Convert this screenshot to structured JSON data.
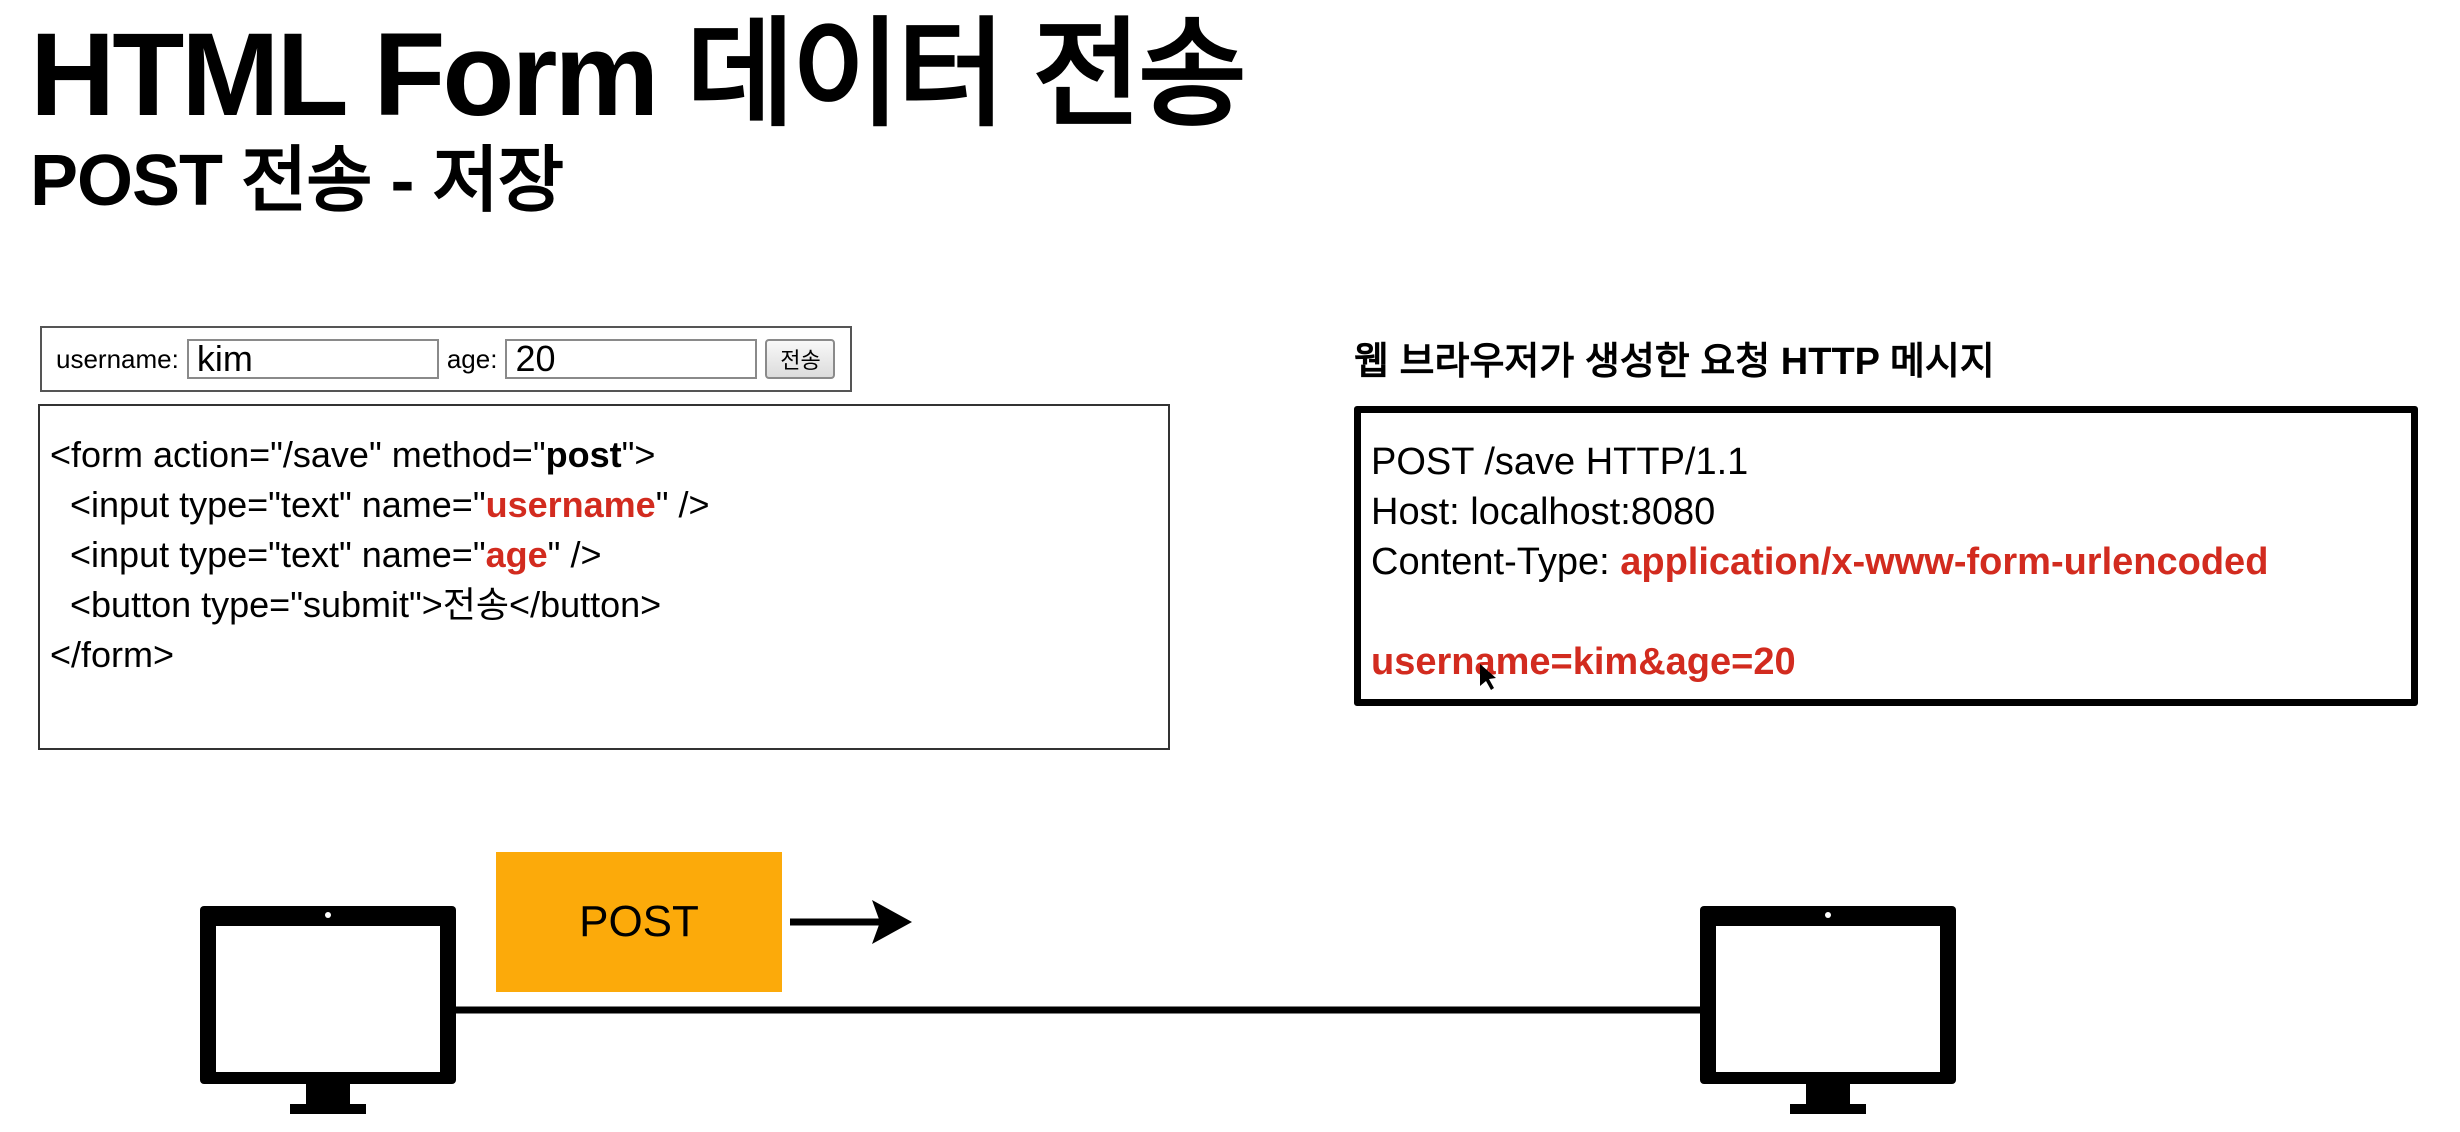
{
  "title": "HTML Form 데이터 전송",
  "subtitle": "POST 전송 - 저장",
  "rendered_form": {
    "username_label": "username:",
    "username_value": "kim",
    "age_label": "age:",
    "age_value": "20",
    "submit_label": "전송"
  },
  "code": {
    "l1_a": "<form action=\"/save\" method=\"",
    "l1_b": "post",
    "l1_c": "\">",
    "l2_a": "  <input type=\"text\" name=\"",
    "l2_b": "username",
    "l2_c": "\" />",
    "l3_a": "  <input type=\"text\" name=\"",
    "l3_b": "age",
    "l3_c": "\" />",
    "l4": "  <button type=\"submit\">전송</button>",
    "l5": "</form>"
  },
  "http_message": {
    "heading": "웹 브라우저가 생성한 요청 HTTP 메시지",
    "request_line": "POST /save HTTP/1.1",
    "host": "Host: localhost:8080",
    "content_type_label": "Content-Type: ",
    "content_type_value": "application/x-www-form-urlencoded",
    "body": "username=kim&age=20"
  },
  "diagram": {
    "method_label": "POST"
  },
  "colors": {
    "highlight_red": "#d22b1f",
    "post_orange": "#fcaa0a"
  }
}
